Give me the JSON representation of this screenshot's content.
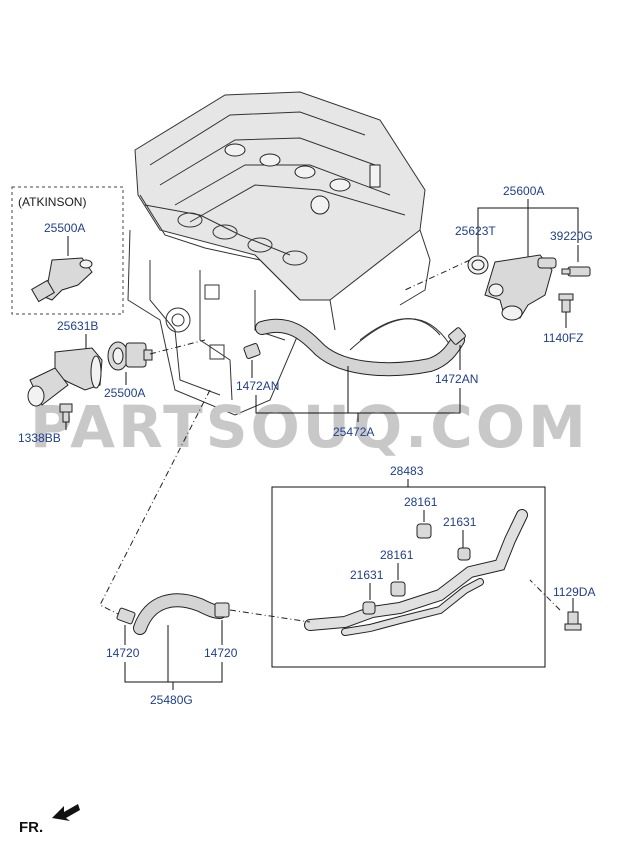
{
  "watermark": "PARTSOUQ.COM",
  "direction_label": "FR.",
  "callouts": {
    "atkinson_group": "(ATKINSON)",
    "thermostat_housing_atkinson": "25500A",
    "housing_assembly": "25600A",
    "gasket": "25623T",
    "temp_sensor": "39220G",
    "bolt_housing": "1140FZ",
    "fitting_cover": "25631B",
    "thermostat": "25500A",
    "bolt_cover": "1338BB",
    "clamp_left": "1472AN",
    "clamp_right": "1472AN",
    "hose_upper": "25472A",
    "pipe_assembly": "28483",
    "stud_upper": "28161",
    "grommet_upper": "21631",
    "stud_lower": "28161",
    "grommet_lower": "21631",
    "bolt_pipe": "1129DA",
    "clamp_hose_left": "14720",
    "clamp_hose_right": "14720",
    "hose_lower": "25480G"
  },
  "colors": {
    "callout_text": "#1f3f8c",
    "watermark": "#c8c8c8"
  }
}
